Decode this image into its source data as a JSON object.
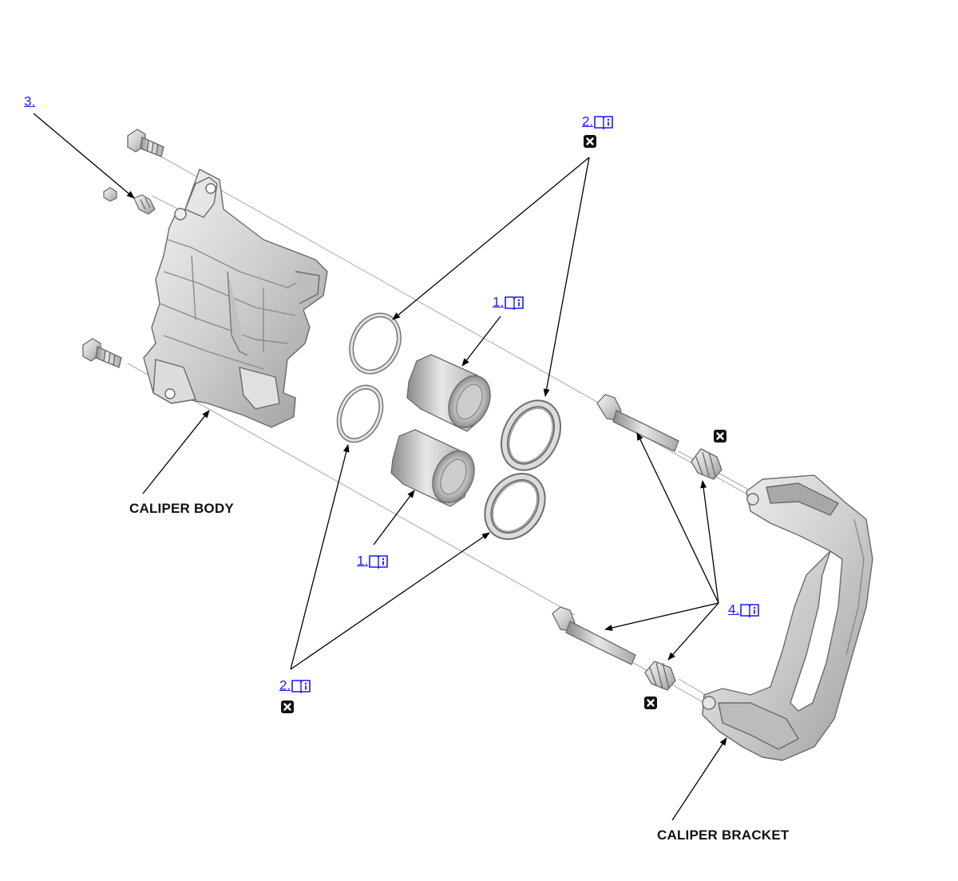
{
  "labels": {
    "caliper_body": "CALIPER BODY",
    "caliper_bracket": "CALIPER BRACKET"
  },
  "refs": {
    "r3": "3.",
    "r2_top": "2.",
    "r1_top": "1.",
    "r1_bottom": "1.",
    "r2_bottom": "2.",
    "r4": "4."
  },
  "icons": {
    "book": "manual-book-info-icon",
    "replace": "replace-part-x-icon"
  },
  "colors": {
    "link": "#1a1aff",
    "leader": "#000000",
    "part_fill": "#d2d2d2",
    "part_stroke": "#6a6a6a"
  }
}
